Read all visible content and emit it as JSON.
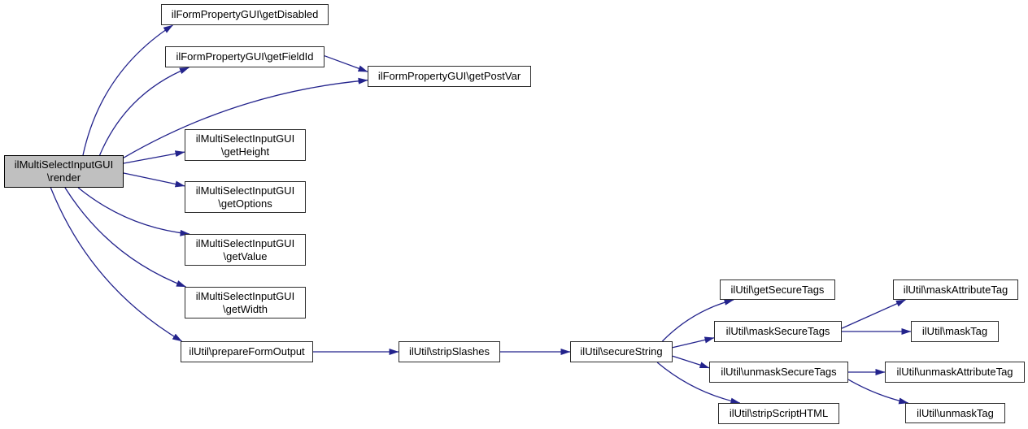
{
  "diagram": {
    "type": "call-graph",
    "root": "render",
    "background": "#ffffff"
  },
  "colors": {
    "edge": "#23238c",
    "box_border": "#2d2d2d",
    "box_fill": "#ffffff",
    "highlight_fill": "#c0c0c0",
    "text": "#000000"
  },
  "nodes": {
    "render": {
      "label": "ilMultiSelectInputGUI\n\\render",
      "highlighted": true
    },
    "getDisabled": {
      "label": "ilFormPropertyGUI\\getDisabled"
    },
    "getFieldId": {
      "label": "ilFormPropertyGUI\\getFieldId"
    },
    "getPostVar": {
      "label": "ilFormPropertyGUI\\getPostVar"
    },
    "getHeight": {
      "label": "ilMultiSelectInputGUI\n\\getHeight"
    },
    "getOptions": {
      "label": "ilMultiSelectInputGUI\n\\getOptions"
    },
    "getValue": {
      "label": "ilMultiSelectInputGUI\n\\getValue"
    },
    "getWidth": {
      "label": "ilMultiSelectInputGUI\n\\getWidth"
    },
    "prepareFormOutput": {
      "label": "ilUtil\\prepareFormOutput"
    },
    "stripSlashes": {
      "label": "ilUtil\\stripSlashes"
    },
    "secureString": {
      "label": "ilUtil\\secureString"
    },
    "getSecureTags": {
      "label": "ilUtil\\getSecureTags"
    },
    "maskSecureTags": {
      "label": "ilUtil\\maskSecureTags"
    },
    "unmaskSecureTags": {
      "label": "ilUtil\\unmaskSecureTags"
    },
    "stripScriptHTML": {
      "label": "ilUtil\\stripScriptHTML"
    },
    "maskAttributeTag": {
      "label": "ilUtil\\maskAttributeTag"
    },
    "maskTag": {
      "label": "ilUtil\\maskTag"
    },
    "unmaskAttributeTag": {
      "label": "ilUtil\\unmaskAttributeTag"
    },
    "unmaskTag": {
      "label": "ilUtil\\unmaskTag"
    }
  },
  "edges": [
    {
      "from": "render",
      "to": "getDisabled",
      "fa": [
        0.66,
        0
      ],
      "ta": [
        0.07,
        1
      ],
      "bend": -40
    },
    {
      "from": "render",
      "to": "getFieldId",
      "fa": [
        0.8,
        0
      ],
      "ta": [
        0.15,
        1
      ],
      "bend": -32
    },
    {
      "from": "render",
      "to": "getPostVar",
      "fa": [
        1,
        0.08
      ],
      "ta": [
        0,
        0.68
      ],
      "bend": -35
    },
    {
      "from": "getFieldId",
      "to": "getPostVar",
      "fa": [
        1,
        0.45
      ],
      "ta": [
        0,
        0.28
      ],
      "bend": 0
    },
    {
      "from": "render",
      "to": "getHeight",
      "fa": [
        1,
        0.25
      ],
      "ta": [
        0,
        0.72
      ],
      "bend": 0
    },
    {
      "from": "render",
      "to": "getOptions",
      "fa": [
        1,
        0.55
      ],
      "ta": [
        0,
        0.15
      ],
      "bend": 0
    },
    {
      "from": "render",
      "to": "getValue",
      "fa": [
        0.62,
        1
      ],
      "ta": [
        0.04,
        0
      ],
      "bend": 22
    },
    {
      "from": "render",
      "to": "getWidth",
      "fa": [
        0.51,
        1
      ],
      "ta": [
        0.01,
        0
      ],
      "bend": 32
    },
    {
      "from": "render",
      "to": "prepareFormOutput",
      "fa": [
        0.39,
        1
      ],
      "ta": [
        0.01,
        0
      ],
      "bend": 42
    },
    {
      "from": "prepareFormOutput",
      "to": "stripSlashes",
      "fa": [
        1,
        0.5
      ],
      "ta": [
        0,
        0.5
      ],
      "bend": 0
    },
    {
      "from": "stripSlashes",
      "to": "secureString",
      "fa": [
        1,
        0.5
      ],
      "ta": [
        0,
        0.5
      ],
      "bend": 0
    },
    {
      "from": "secureString",
      "to": "getSecureTags",
      "fa": [
        0.9,
        0
      ],
      "ta": [
        0.12,
        1
      ],
      "bend": -14
    },
    {
      "from": "secureString",
      "to": "maskSecureTags",
      "fa": [
        1,
        0.3
      ],
      "ta": [
        0,
        0.8
      ],
      "bend": 0
    },
    {
      "from": "secureString",
      "to": "unmaskSecureTags",
      "fa": [
        1,
        0.7
      ],
      "ta": [
        0,
        0.3
      ],
      "bend": 0
    },
    {
      "from": "secureString",
      "to": "stripScriptHTML",
      "fa": [
        0.85,
        1
      ],
      "ta": [
        0.18,
        0
      ],
      "bend": 14
    },
    {
      "from": "maskSecureTags",
      "to": "maskAttributeTag",
      "fa": [
        1,
        0.35
      ],
      "ta": [
        0.1,
        1
      ],
      "bend": 0
    },
    {
      "from": "maskSecureTags",
      "to": "maskTag",
      "fa": [
        1,
        0.5
      ],
      "ta": [
        0,
        0.5
      ],
      "bend": 0
    },
    {
      "from": "unmaskSecureTags",
      "to": "unmaskAttributeTag",
      "fa": [
        1,
        0.5
      ],
      "ta": [
        0,
        0.5
      ],
      "bend": 0
    },
    {
      "from": "unmaskSecureTags",
      "to": "unmaskTag",
      "fa": [
        1,
        0.85
      ],
      "ta": [
        0.03,
        0
      ],
      "bend": 6
    }
  ]
}
